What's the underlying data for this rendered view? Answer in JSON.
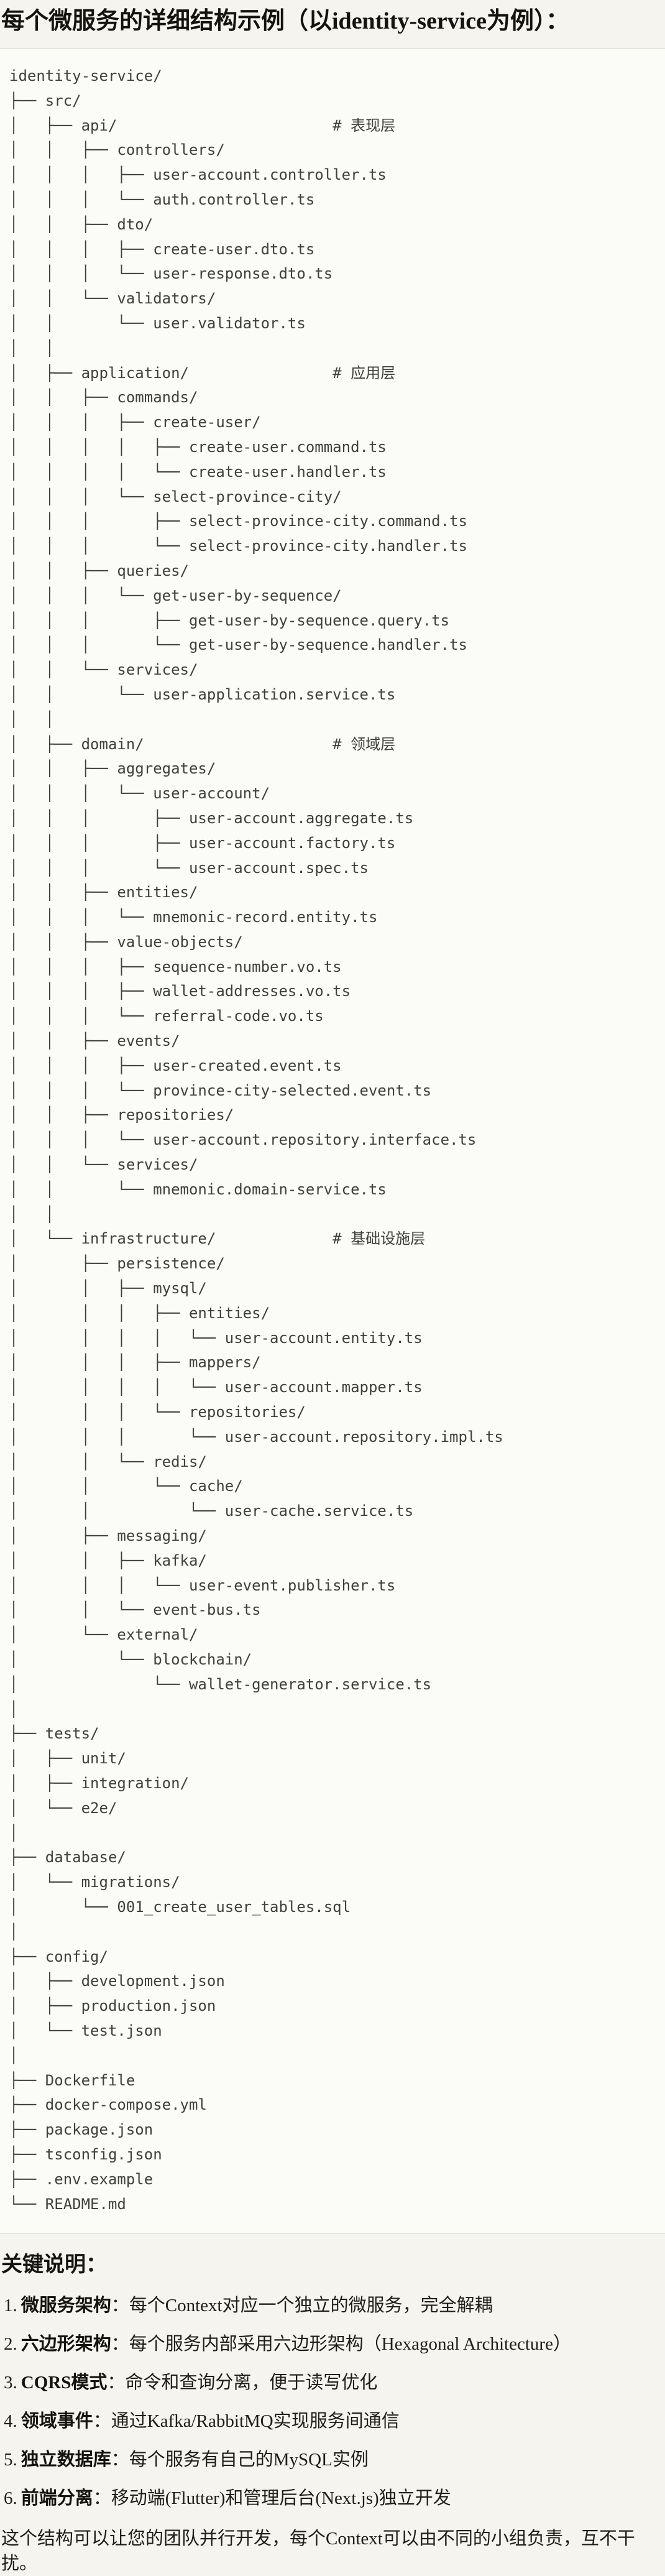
{
  "page": {
    "title": "每个微服务的详细结构示例（以identity-service为例）："
  },
  "code_block": {
    "tree": "identity-service/\n├── src/\n│   ├── api/                        # 表现层\n│   │   ├── controllers/\n│   │   │   ├── user-account.controller.ts\n│   │   │   └── auth.controller.ts\n│   │   ├── dto/\n│   │   │   ├── create-user.dto.ts\n│   │   │   └── user-response.dto.ts\n│   │   └── validators/\n│   │       └── user.validator.ts\n│   │\n│   ├── application/                # 应用层\n│   │   ├── commands/\n│   │   │   ├── create-user/\n│   │   │   │   ├── create-user.command.ts\n│   │   │   │   └── create-user.handler.ts\n│   │   │   └── select-province-city/\n│   │   │       ├── select-province-city.command.ts\n│   │   │       └── select-province-city.handler.ts\n│   │   ├── queries/\n│   │   │   └── get-user-by-sequence/\n│   │   │       ├── get-user-by-sequence.query.ts\n│   │   │       └── get-user-by-sequence.handler.ts\n│   │   └── services/\n│   │       └── user-application.service.ts\n│   │\n│   ├── domain/                     # 领域层\n│   │   ├── aggregates/\n│   │   │   └── user-account/\n│   │   │       ├── user-account.aggregate.ts\n│   │   │       ├── user-account.factory.ts\n│   │   │       └── user-account.spec.ts\n│   │   ├── entities/\n│   │   │   └── mnemonic-record.entity.ts\n│   │   ├── value-objects/\n│   │   │   ├── sequence-number.vo.ts\n│   │   │   ├── wallet-addresses.vo.ts\n│   │   │   └── referral-code.vo.ts\n│   │   ├── events/\n│   │   │   ├── user-created.event.ts\n│   │   │   └── province-city-selected.event.ts\n│   │   ├── repositories/\n│   │   │   └── user-account.repository.interface.ts\n│   │   └── services/\n│   │       └── mnemonic.domain-service.ts\n│   │\n│   └── infrastructure/             # 基础设施层\n│       ├── persistence/\n│       │   ├── mysql/\n│       │   │   ├── entities/\n│       │   │   │   └── user-account.entity.ts\n│       │   │   ├── mappers/\n│       │   │   │   └── user-account.mapper.ts\n│       │   │   └── repositories/\n│       │   │       └── user-account.repository.impl.ts\n│       │   └── redis/\n│       │       └── cache/\n│       │           └── user-cache.service.ts\n│       ├── messaging/\n│       │   ├── kafka/\n│       │   │   └── user-event.publisher.ts\n│       │   └── event-bus.ts\n│       └── external/\n│           └── blockchain/\n│               └── wallet-generator.service.ts\n│\n├── tests/\n│   ├── unit/\n│   ├── integration/\n│   └── e2e/\n│\n├── database/\n│   └── migrations/\n│       └── 001_create_user_tables.sql\n│\n├── config/\n│   ├── development.json\n│   ├── production.json\n│   └── test.json\n│\n├── Dockerfile\n├── docker-compose.yml\n├── package.json\n├── tsconfig.json\n├── .env.example\n└── README.md"
  },
  "notes": {
    "heading": "关键说明：",
    "items": [
      {
        "num": "1.",
        "label": "微服务架构",
        "text": "：每个Context对应一个独立的微服务，完全解耦"
      },
      {
        "num": "2.",
        "label": "六边形架构",
        "text": "：每个服务内部采用六边形架构（Hexagonal Architecture）"
      },
      {
        "num": "3.",
        "label": "CQRS模式",
        "text": "：命令和查询分离，便于读写优化"
      },
      {
        "num": "4.",
        "label": "领域事件",
        "text": "：通过Kafka/RabbitMQ实现服务间通信"
      },
      {
        "num": "5.",
        "label": "独立数据库",
        "text": "：每个服务有自己的MySQL实例"
      },
      {
        "num": "6.",
        "label": "前端分离",
        "text": "：移动端(Flutter)和管理后台(Next.js)独立开发"
      }
    ]
  },
  "footer": {
    "text": "这个结构可以让您的团队并行开发，每个Context可以由不同的小组负责，互不干扰。"
  },
  "colors": {
    "page_bg": "#f5f4ee",
    "code_bg": "#fbfbf7",
    "code_border": "#e6e4db",
    "tree_text": "#403f3b",
    "body_text": "#1e1d1a"
  }
}
